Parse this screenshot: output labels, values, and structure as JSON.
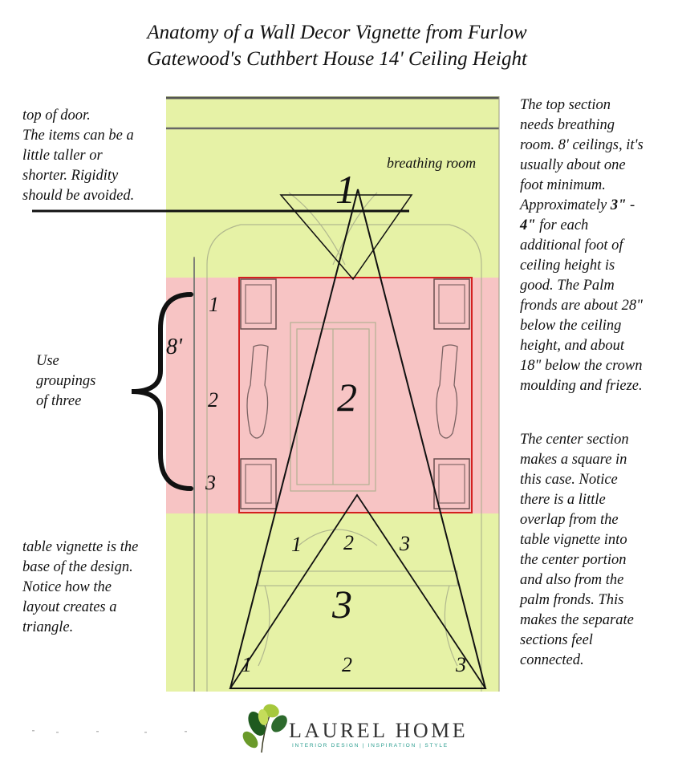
{
  "title": {
    "line1": "Anatomy of a Wall Decor Vignette from Furlow",
    "line2": "Gatewood's Cuthbert House 14' Ceiling Height"
  },
  "notes": {
    "top_left": [
      "top of door.",
      "The items can be a",
      "little taller or",
      "shorter. Rigidity",
      "should be avoided."
    ],
    "groupings": [
      "Use",
      "groupings",
      "of three"
    ],
    "table_vignette": [
      "table vignette is the",
      "base of the design.",
      "Notice how the",
      "layout creates a",
      "triangle."
    ],
    "top_section": [
      "The top section",
      "needs breathing",
      "room. 8' ceilings, it's",
      "usually about one",
      "foot minimum.",
      "Approximately 3\" -",
      "4\" for each",
      "additional foot of",
      "ceiling height is",
      "good.  The Palm",
      "fronds are about 28\"",
      "below the ceiling",
      "height, and about",
      "18\" below the crown",
      "moulding and frieze."
    ],
    "center_section": [
      "The center section",
      "makes a square in",
      "this case. Notice",
      "there is a little",
      "overlap from the",
      "table vignette into",
      "the center portion",
      "and also from the",
      "palm fronds. This",
      "makes the separate",
      "sections feel",
      "connected."
    ]
  },
  "diagram": {
    "breathing_room_label": "breathing room",
    "section_top_number": "1",
    "section_center_number": "2",
    "section_bottom_number": "3",
    "height_label": "8'",
    "bracket_numbers": [
      "1",
      "2",
      "3"
    ],
    "table_top_numbers": [
      "1",
      "2",
      "3"
    ],
    "table_bottom_numbers": [
      "1",
      "2",
      "3"
    ],
    "colors": {
      "green_band": "#e6f2a6",
      "pink_band": "#f7c4c4",
      "red_outline": "#d42020",
      "lines": "#111111"
    }
  },
  "brand": {
    "name": "LAUREL HOME",
    "tagline": "INTERIOR DESIGN  |  INSPIRATION  |  STYLE"
  }
}
